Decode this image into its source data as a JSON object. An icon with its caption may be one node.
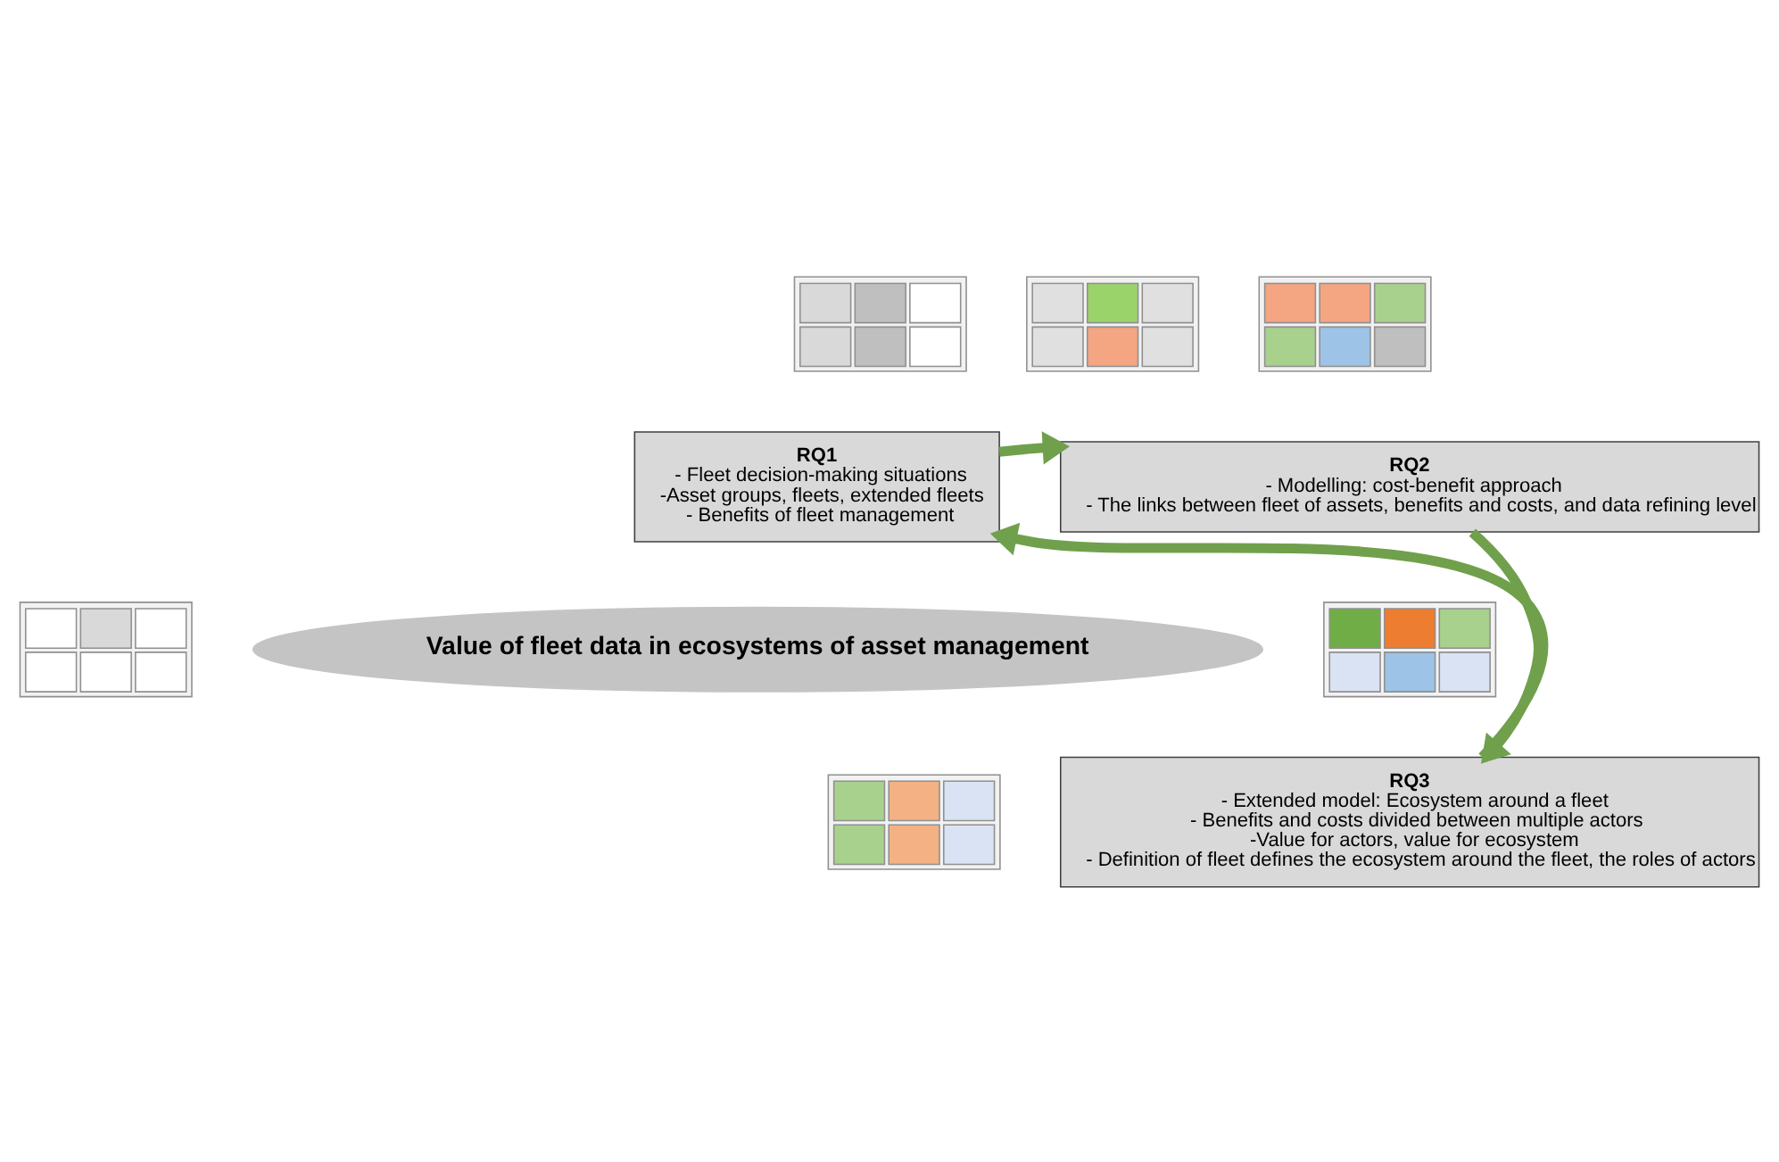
{
  "diagram": {
    "nodes": [
      {
        "text": [
          "Value of fleet data in ecosystems of asset management"
        ]
      },
      {
        "text": [
          "RQ1",
          "- Fleet decision-making situations",
          "-Asset groups, fleets, extended fleets",
          "- Benefits of fleet management"
        ]
      },
      {
        "text": [
          "RQ2",
          "- Modelling: cost-benefit approach",
          "- The links between fleet of assets, benefits and costs, and data refining level"
        ]
      },
      {
        "text": [
          "RQ3",
          "- Extended model: Ecosystem around a fleet",
          "- Benefits and costs divided between multiple actors",
          "-Value for actors, value for ecosystem",
          "- Definition of fleet defines the ecosystem around the fleet, the roles of actors"
        ]
      },
      {
        "text": [],
        "shape": "picture"
      },
      {
        "text": [],
        "shape": "picture"
      },
      {
        "text": [],
        "shape": "picture"
      },
      {
        "text": [],
        "shape": "picture"
      },
      {
        "text": [],
        "shape": "picture"
      },
      {
        "text": [],
        "shape": "picture"
      }
    ],
    "edges": [
      {
        "from": 1,
        "to": 2,
        "arrow": "to"
      },
      {
        "from": 2,
        "to": 3,
        "arrow": "to"
      },
      {
        "from": 3,
        "to": 1,
        "arrow": "to"
      }
    ]
  }
}
